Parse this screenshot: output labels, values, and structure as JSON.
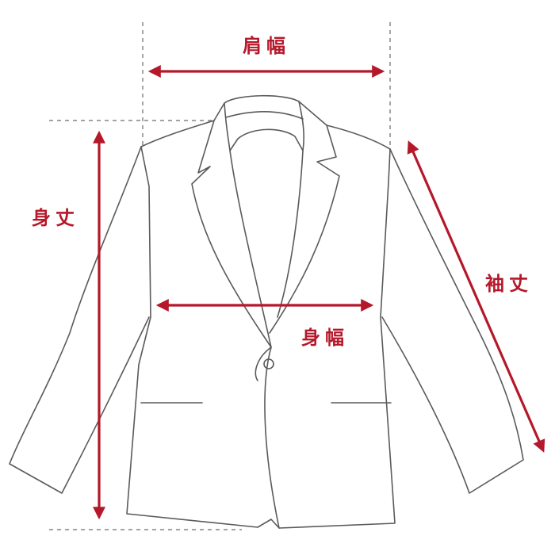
{
  "labels": {
    "shoulder_width": "肩幅",
    "body_length": "身丈",
    "sleeve_length": "袖丈",
    "body_width": "身幅"
  },
  "colors": {
    "accent": "#b5182a",
    "outline": "#5a5a5a"
  }
}
